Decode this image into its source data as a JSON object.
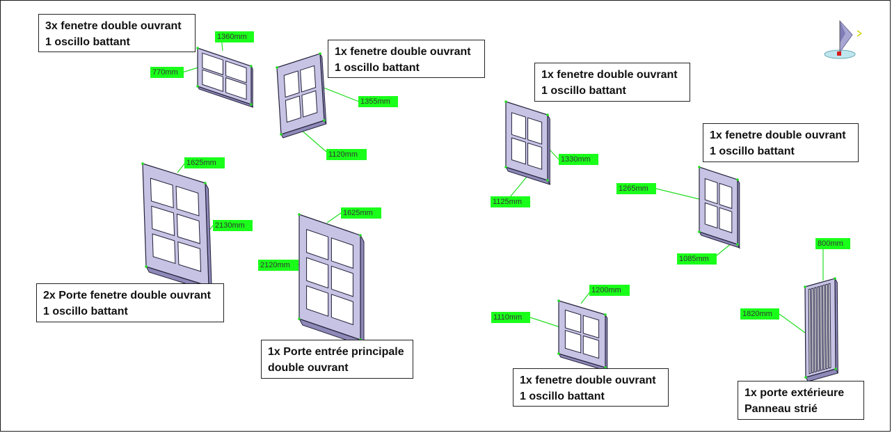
{
  "callouts": [
    {
      "line1": "3x fenetre double ouvrant",
      "line2": "1 oscillo battant"
    },
    {
      "line1": "1x fenetre double ouvrant",
      "line2": "1 oscillo battant"
    },
    {
      "line1": "2x Porte fenetre double ouvrant",
      "line2": "1 oscillo battant"
    },
    {
      "line1": "1x Porte entrée principale",
      "line2": "double ouvrant"
    },
    {
      "line1": "1x fenetre double ouvrant",
      "line2": "1 oscillo battant"
    },
    {
      "line1": "1x fenetre double ouvrant",
      "line2": "1 oscillo battant"
    },
    {
      "line1": "1x fenetre double ouvrant",
      "line2": "1 oscillo battant"
    },
    {
      "line1": "1x porte extérieure",
      "line2": "Panneau strié"
    }
  ],
  "dimensions": {
    "w1_width": "1360mm",
    "w1_height": "770mm",
    "w2_height": "1355mm",
    "w2_width": "1120mm",
    "d1_width": "1625mm",
    "d1_height": "2130mm",
    "d2_width": "1625mm",
    "d2_height": "2120mm",
    "w3_height": "1330mm",
    "w3_width": "1125mm",
    "w4_height": "1265mm",
    "w4_width": "1085mm",
    "w5_width": "1200mm",
    "w5_height": "1110mm",
    "d3_width": "800mm",
    "d3_height": "1820mm"
  },
  "colors": {
    "frame_face": "#c6c3e4",
    "frame_side": "#8d89b8",
    "frame_edge": "#23213a",
    "dimension_tag": "#1aff1a",
    "leader_line": "#22dd22"
  },
  "icons": [
    "compass-orientation-icon"
  ]
}
